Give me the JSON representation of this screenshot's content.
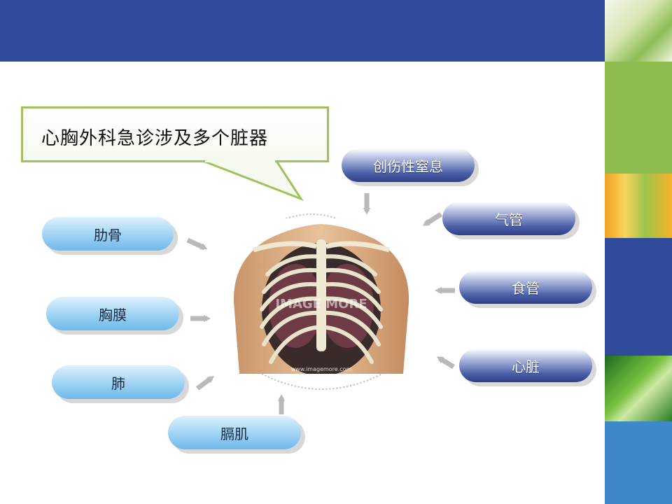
{
  "callout": {
    "text": "心胸外科急诊涉及多个脏器"
  },
  "left_items": [
    {
      "label": "肋骨"
    },
    {
      "label": "胸膜"
    },
    {
      "label": "肺"
    },
    {
      "label": "膈肌"
    }
  ],
  "right_items": [
    {
      "label": "创伤性窒息"
    },
    {
      "label": "气管"
    },
    {
      "label": "食管"
    },
    {
      "label": "心脏"
    }
  ],
  "image": {
    "watermark": "IMAGE MORE",
    "url_text": "www.imagemore.com"
  },
  "colors": {
    "header_blue": "#2f4a9b",
    "callout_border": "#9cc35c",
    "pill_blue": "#6db8ea",
    "pill_navy": "#2f3f86",
    "arrow_gray": "#b9b9b9"
  }
}
